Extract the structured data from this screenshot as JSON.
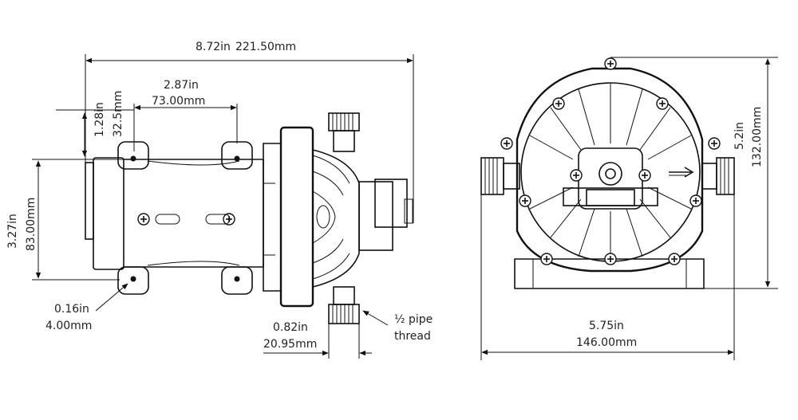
{
  "side_view": {
    "overall_length": {
      "imperial": "8.72in",
      "metric": "221.50mm"
    },
    "mount_spacing": {
      "imperial": "2.87in",
      "metric": "73.00mm"
    },
    "mount_offset": {
      "imperial": "1.28in",
      "metric": "32.5mm"
    },
    "height": {
      "imperial": "3.27in",
      "metric": "83.00mm"
    },
    "hole_diameter": {
      "imperial": "0.16in",
      "metric": "4.00mm"
    },
    "port_length": {
      "imperial": "0.82in",
      "metric": "20.95mm"
    },
    "thread_note": {
      "line1": "½ pipe",
      "line2": "thread"
    }
  },
  "front_view": {
    "width": {
      "imperial": "5.75in",
      "metric": "146.00mm"
    },
    "height": {
      "imperial": "5.2in",
      "metric": "132.00mm"
    }
  },
  "colors": {
    "line": "#111111",
    "text": "#222222",
    "background": "#ffffff"
  }
}
